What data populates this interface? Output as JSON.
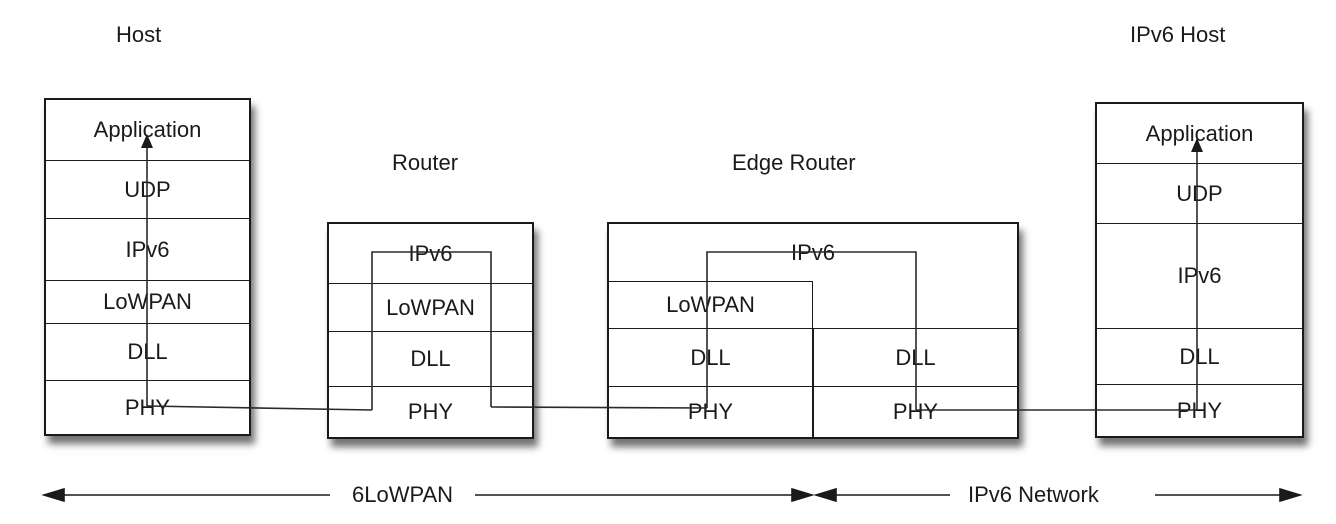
{
  "nodes": {
    "host": {
      "title": "Host",
      "layers": [
        "Application",
        "UDP",
        "IPv6",
        "LoWPAN",
        "DLL",
        "PHY"
      ]
    },
    "router": {
      "title": "Router",
      "layers": [
        "IPv6",
        "LoWPAN",
        "DLL",
        "PHY"
      ]
    },
    "edge_router": {
      "title": "Edge Router",
      "top_layer": "IPv6",
      "left_layers": [
        "LoWPAN",
        "DLL",
        "PHY"
      ],
      "right_layers": [
        "DLL",
        "PHY"
      ]
    },
    "ipv6_host": {
      "title": "IPv6 Host",
      "layers": [
        "Application",
        "UDP",
        "IPv6",
        "DLL",
        "PHY"
      ]
    }
  },
  "spans": {
    "lowpan": "6LoWPAN",
    "ipv6_network": "IPv6 Network"
  }
}
